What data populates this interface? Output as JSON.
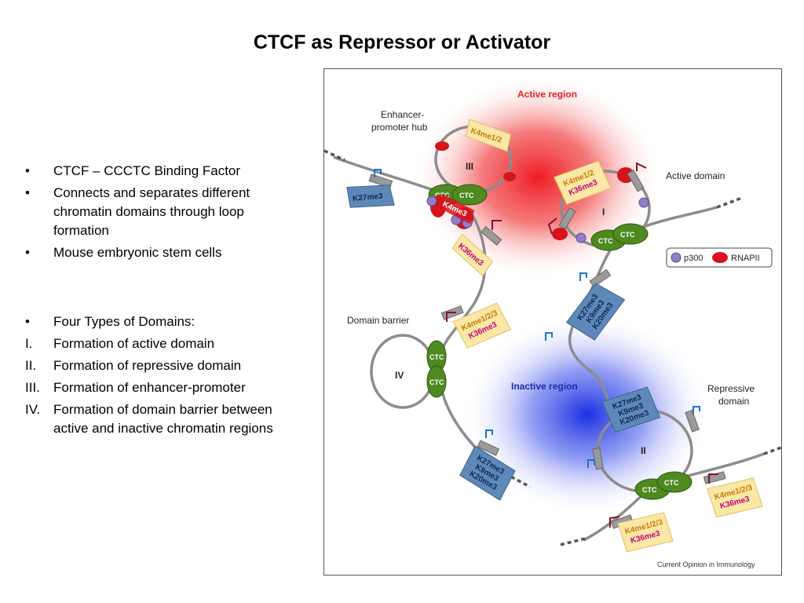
{
  "title": "CTCF as Repressor or Activator",
  "bullets_top": [
    {
      "marker": "•",
      "text": "CTCF – CCCTC Binding Factor"
    },
    {
      "marker": "•",
      "text": "Connects and separates different chromatin domains through loop formation"
    },
    {
      "marker": "•",
      "text": "Mouse embryonic stem cells"
    }
  ],
  "bullets_bottom": [
    {
      "marker": "•",
      "text": "Four Types of Domains:"
    },
    {
      "marker": "I.",
      "text": "Formation of active domain"
    },
    {
      "marker": "II.",
      "text": "Formation of repressive domain"
    },
    {
      "marker": "III.",
      "text": "Formation of enhancer-promoter"
    },
    {
      "marker": "IV.",
      "text": "Formation of domain barrier between active and inactive chromatin regions"
    }
  ],
  "figure": {
    "active_region": "Active region",
    "inactive_region": "Inactive region",
    "enhancer_hub_line1": "Enhancer-",
    "enhancer_hub_line2": "promoter hub",
    "active_domain": "Active domain",
    "domain_barrier": "Domain barrier",
    "repressive_line1": "Repressive",
    "repressive_line2": "domain",
    "roman": {
      "one": "I",
      "two": "II",
      "three": "III",
      "four": "IV"
    },
    "ctc": "CTC",
    "legend": {
      "p300": "p300",
      "rnapii": "RNAPII"
    },
    "marks": {
      "k27me3": "K27me3",
      "k4me3": "K4me3",
      "k36me3": "K36me3",
      "k4me12": "K4me1/2",
      "k4me123": "K4me1/2/3",
      "k9me3": "K9me3",
      "k20me3": "K20me3"
    },
    "credit": "Current Opinion in Immunology",
    "colors": {
      "active": "#ee1c24",
      "inactive": "#2a3de0",
      "ctcf": "#4e8a1f",
      "rnapii": "#d6141c",
      "p300": "#8f7fc7",
      "repressive_tag": "#5e88b8",
      "active_tag": "#fbe7a6"
    }
  }
}
